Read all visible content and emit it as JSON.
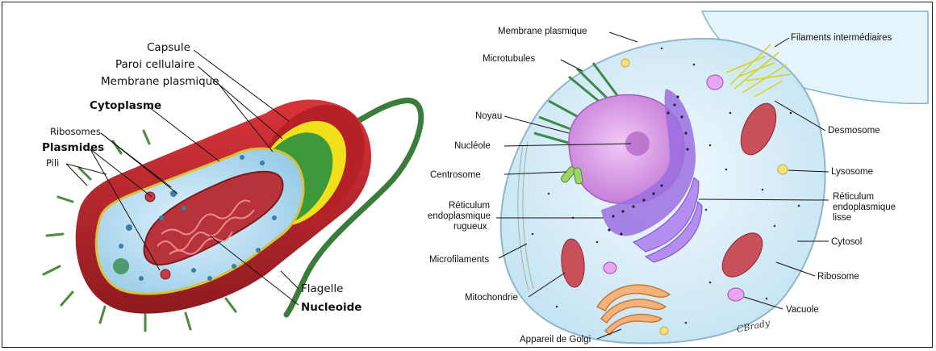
{
  "prokaryote": {
    "labels": {
      "capsule": "Capsule",
      "paroi": "Paroi cellulaire",
      "membrane": "Membrane plasmique",
      "cytoplasme": "Cytoplasme",
      "ribosomes": "Ribosomes",
      "plasmides": "Plasmides",
      "pili": "Pili",
      "flagelle": "Flagelle",
      "nucleoide": "Nucleoide"
    }
  },
  "eukaryote": {
    "labels": {
      "membrane_plasmique": "Membrane plasmique",
      "microtubules": "Microtubules",
      "noyau": "Noyau",
      "nucleole": "Nucléole",
      "centrosome": "Centrosome",
      "ret_rugueux_1": "Réticulum",
      "ret_rugueux_2": "endoplasmique",
      "ret_rugueux_3": "rugueux",
      "microfilaments": "Microfilaments",
      "mitochondrie": "Mitochondrie",
      "appareil_golgi": "Appareil de Golgi",
      "filaments": "Filaments intermédiaires",
      "desmosome": "Desmosome",
      "lysosome": "Lysosome",
      "ret_lisse_1": "Réticulum",
      "ret_lisse_2": "endoplasmique",
      "ret_lisse_3": "lisse",
      "cytosol": "Cytosol",
      "ribosome": "Ribosome",
      "vacuole": "Vacuole"
    },
    "signature": "CBrady"
  },
  "colors": {
    "capsule": "#c0262c",
    "capsule_dark": "#8e1a1f",
    "paroi": "#f2e11a",
    "membrane_green": "#3c9a3a",
    "cytoplasm": "#a9d7ef",
    "nucleoid": "#b8323a",
    "flagellum": "#3a7d3a",
    "euk_cytosol": "#d9eef8",
    "nucleus": "#d99ae6",
    "er": "#9a6ee0",
    "mito": "#c8505a",
    "golgi": "#f2b27a"
  }
}
